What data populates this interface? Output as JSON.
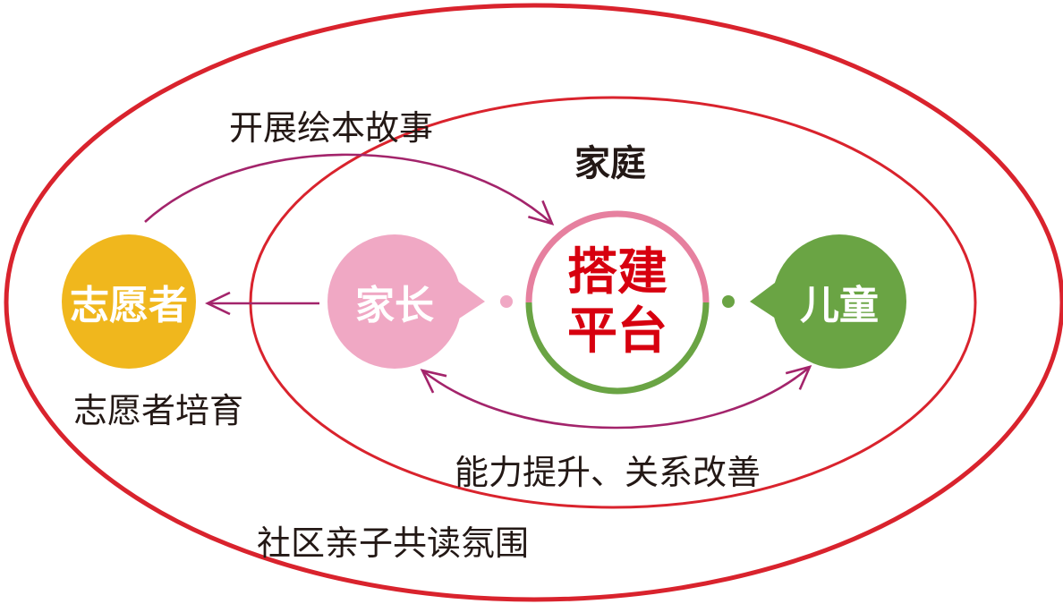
{
  "labels": {
    "story": "开展绘本故事",
    "family": "家庭",
    "volunteer_training": "志愿者培育",
    "ability": "能力提升、关系改善",
    "community": "社区亲子共读氛围"
  },
  "nodes": {
    "volunteer": "志愿者",
    "parent": "家长",
    "child": "儿童"
  },
  "center": {
    "line1": "搭建",
    "line2": "平台"
  },
  "colors": {
    "ring": "#d9232d",
    "arrow": "#a3246b",
    "volunteer": "#f0b71d",
    "parent": "#f0a8c4",
    "child": "#6aa444",
    "center_top": "#e6809f",
    "center_bottom": "#6aa444",
    "center_text": "#d7000f"
  }
}
